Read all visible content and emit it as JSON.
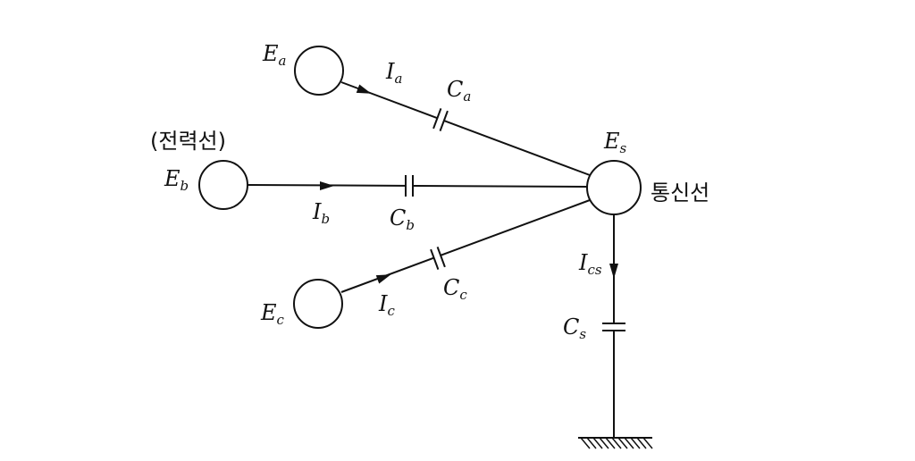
{
  "diagram": {
    "nodes": {
      "a": {
        "main": "E",
        "sub": "a"
      },
      "b": {
        "main": "E",
        "sub": "b",
        "note": "(전력선)"
      },
      "c": {
        "main": "E",
        "sub": "c"
      },
      "s": {
        "main": "E",
        "sub": "s",
        "note": "통신선"
      }
    },
    "currents": {
      "a": {
        "main": "I",
        "sub": "a"
      },
      "b": {
        "main": "I",
        "sub": "b"
      },
      "c": {
        "main": "I",
        "sub": "c"
      },
      "s": {
        "main": "I",
        "sub": "cs"
      }
    },
    "capacitors": {
      "a": {
        "main": "C",
        "sub": "a"
      },
      "b": {
        "main": "C",
        "sub": "b"
      },
      "c": {
        "main": "C",
        "sub": "c"
      },
      "s": {
        "main": "C",
        "sub": "s"
      }
    }
  }
}
